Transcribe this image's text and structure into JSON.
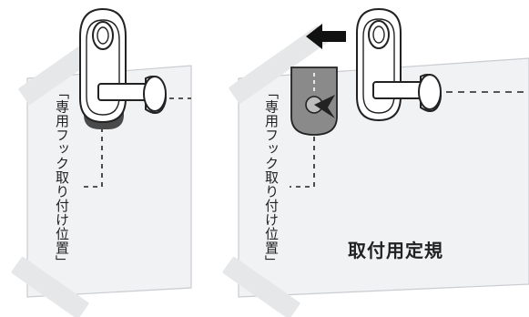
{
  "panels": [
    {
      "id": "left",
      "vertical_label": "「専用フック取り付け位置」"
    },
    {
      "id": "right",
      "vertical_label": "「専用フック取り付け位置」"
    }
  ],
  "template_name": "取付用定規",
  "icons": {
    "direction_arrow": "arrow-left-icon",
    "hook": "hook-icon"
  },
  "colors": {
    "panel_fill": "#f1f2f4",
    "panel_edge": "#c9ccd0",
    "tape": "#e6e7e9",
    "dark_part": "#6b6b6b",
    "ink": "#222222"
  }
}
